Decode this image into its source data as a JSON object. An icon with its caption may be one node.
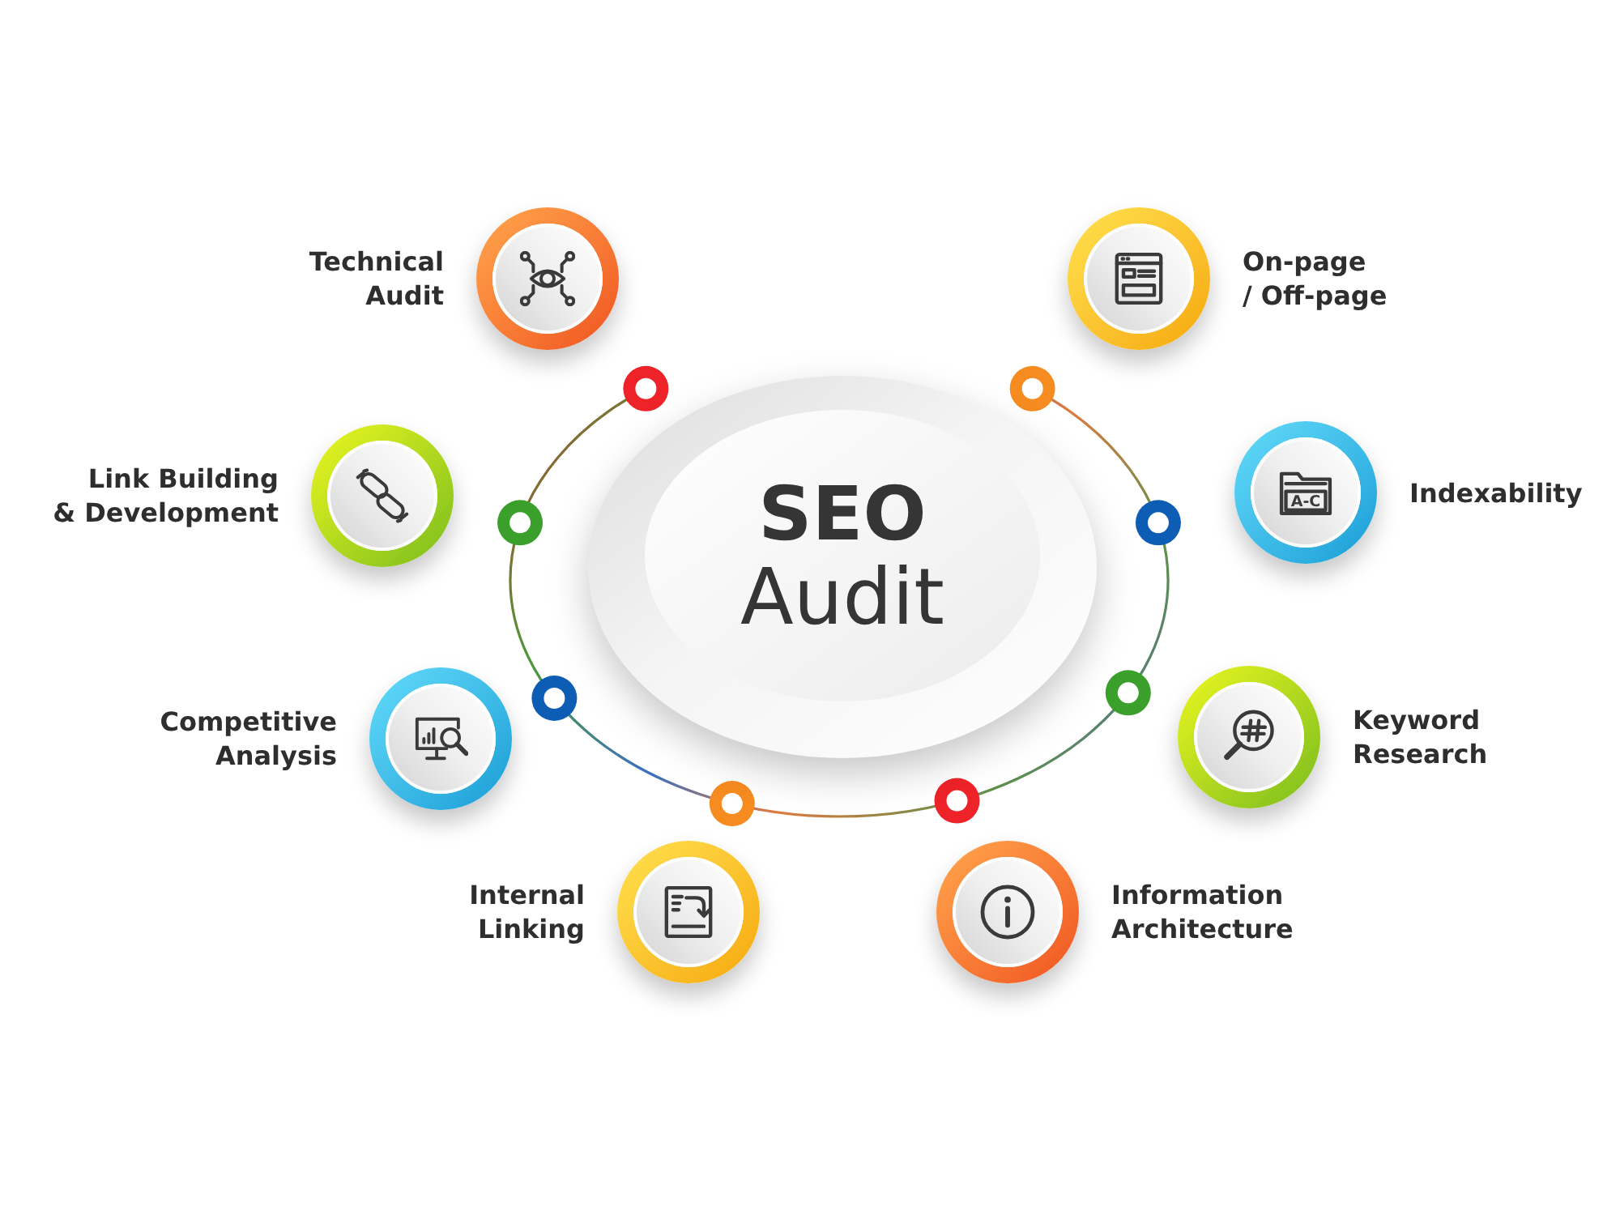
{
  "diagram": {
    "nodes": [
      {
        "text": [
          "SEO",
          "Audit"
        ]
      },
      {
        "text": [
          "Technical Audit"
        ]
      },
      {
        "text": [
          "On-page / Off-page"
        ]
      },
      {
        "text": [
          "Link Building & Development"
        ]
      },
      {
        "text": [
          "Indexability"
        ]
      },
      {
        "text": [
          "Competitive Analysis"
        ]
      },
      {
        "text": [
          "Keyword Research"
        ]
      },
      {
        "text": [
          "Internal Linking"
        ]
      },
      {
        "text": [
          "Information Architecture"
        ]
      }
    ],
    "labels": [
      "A-C"
    ]
  }
}
